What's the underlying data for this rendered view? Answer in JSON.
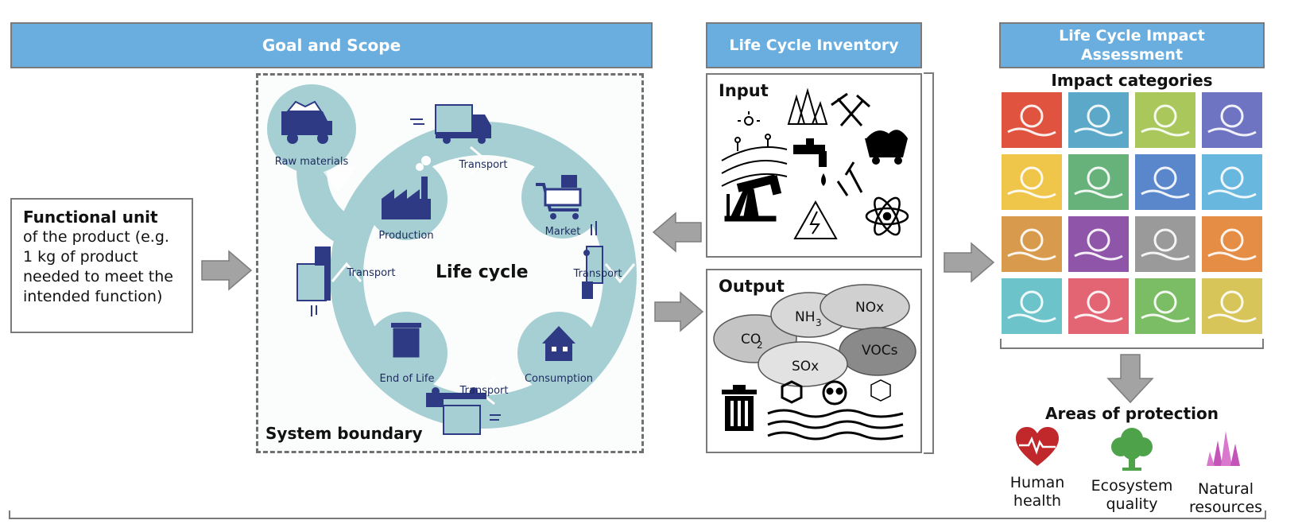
{
  "headers": {
    "goal_scope": "Goal and Scope",
    "lci": "Life Cycle Inventory",
    "lcia": "Life Cycle Impact\nAssessment"
  },
  "functional_unit": {
    "title": "Functional unit",
    "text": "of the product (e.g. 1 kg of product needed to meet the intended function)"
  },
  "system": {
    "label": "System boundary",
    "center_label": "Life cycle",
    "stages": [
      "Raw materials",
      "Transport",
      "Production",
      "Market",
      "Transport",
      "Transport",
      "Consumption",
      "Transport",
      "End of Life"
    ]
  },
  "inventory": {
    "input_title": "Input",
    "output_title": "Output",
    "emissions": [
      "CO",
      "NH",
      "NOx",
      "VOCs",
      "SOx"
    ],
    "subscripts": [
      "2",
      "3"
    ]
  },
  "impact": {
    "title": "Impact categories",
    "tiles": [
      {
        "icon": "temperature-icon",
        "color": "#e0533f"
      },
      {
        "icon": "water-drop-icon",
        "color": "#5ba8c8"
      },
      {
        "icon": "tree-stump-icon",
        "color": "#a9c75a"
      },
      {
        "icon": "rain-cloud-icon",
        "color": "#6f74c2"
      },
      {
        "icon": "sun-radiation-icon",
        "color": "#f0c64a"
      },
      {
        "icon": "skull-crossbones-icon",
        "color": "#67b27a"
      },
      {
        "icon": "aquatic-plant-icon",
        "color": "#5a86cc"
      },
      {
        "icon": "fish-icon",
        "color": "#68b7df"
      },
      {
        "icon": "crop-duster-icon",
        "color": "#d89a4c"
      },
      {
        "icon": "particle-icon",
        "color": "#8f55a8"
      },
      {
        "icon": "dump-truck-icon",
        "color": "#9a9a9a"
      },
      {
        "icon": "energy-leaf-icon",
        "color": "#e58d45"
      },
      {
        "icon": "plants-icon",
        "color": "#6cc3c9"
      },
      {
        "icon": "cancer-ribbon-icon",
        "color": "#e36473"
      },
      {
        "icon": "radiation-icon",
        "color": "#7bbd65"
      },
      {
        "icon": "climate-waves-icon",
        "color": "#d8c55a"
      }
    ]
  },
  "protection": {
    "title": "Areas of protection",
    "items": [
      {
        "label": "Human\nhealth",
        "icon": "heart-pulse-icon",
        "color": "#c0282c"
      },
      {
        "label": "Ecosystem\nquality",
        "icon": "tree-icon",
        "color": "#4ea24a"
      },
      {
        "label": "Natural\nresources",
        "icon": "crystal-icon",
        "color": "#c454b8"
      }
    ]
  },
  "colors": {
    "header_blue": "#6aaee0",
    "cycle_teal": "#a6cfd3",
    "icon_navy": "#2e3a84",
    "arrow_gray": "#a3a3a3"
  }
}
